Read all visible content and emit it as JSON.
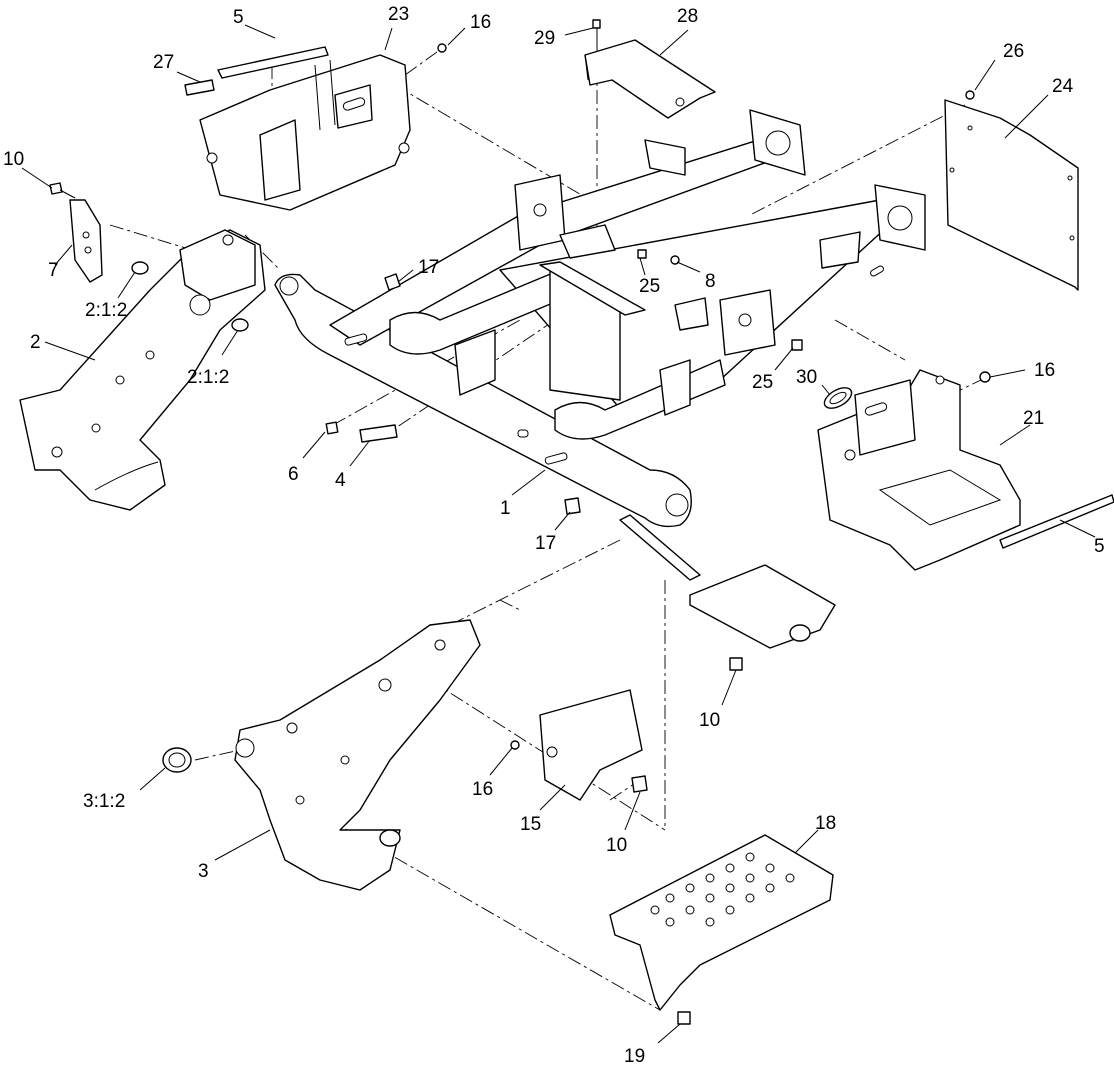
{
  "callouts": {
    "c5_top": "5",
    "c23": "23",
    "c16_top": "16",
    "c27": "27",
    "c29": "29",
    "c28": "28",
    "c26": "26",
    "c24": "24",
    "c10_left": "10",
    "c7": "7",
    "c2_1_2_a": "2:1:2",
    "c2": "2",
    "c2_1_2_b": "2:1:2",
    "c17_top": "17",
    "c25_a": "25",
    "c8": "8",
    "c25_b": "25",
    "c30": "30",
    "c16_right": "16",
    "c21": "21",
    "c6": "6",
    "c4": "4",
    "c1": "1",
    "c17_bottom": "17",
    "c5_right": "5",
    "c10_mid": "10",
    "c3_1_2": "3:1:2",
    "c16_bottom": "16",
    "c15": "15",
    "c10_bottom": "10",
    "c3": "3",
    "c18": "18",
    "c19": "19"
  }
}
